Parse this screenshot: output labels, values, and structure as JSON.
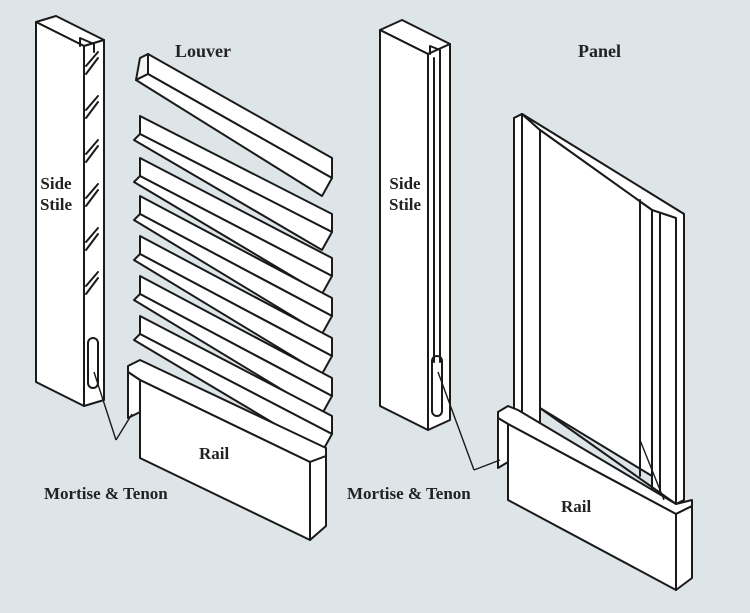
{
  "labels": {
    "louver_title": "Louver",
    "panel_title": "Panel",
    "side_stile_left": "Side\nStile",
    "side_stile_right": "Side\nStile",
    "rail_left": "Rail",
    "rail_right": "Rail",
    "mortise_left": "Mortise & Tenon",
    "mortise_right": "Mortise & Tenon"
  },
  "colors": {
    "background": "#dde5e8",
    "stroke": "#1a1a1a",
    "fill": "#ffffff"
  }
}
